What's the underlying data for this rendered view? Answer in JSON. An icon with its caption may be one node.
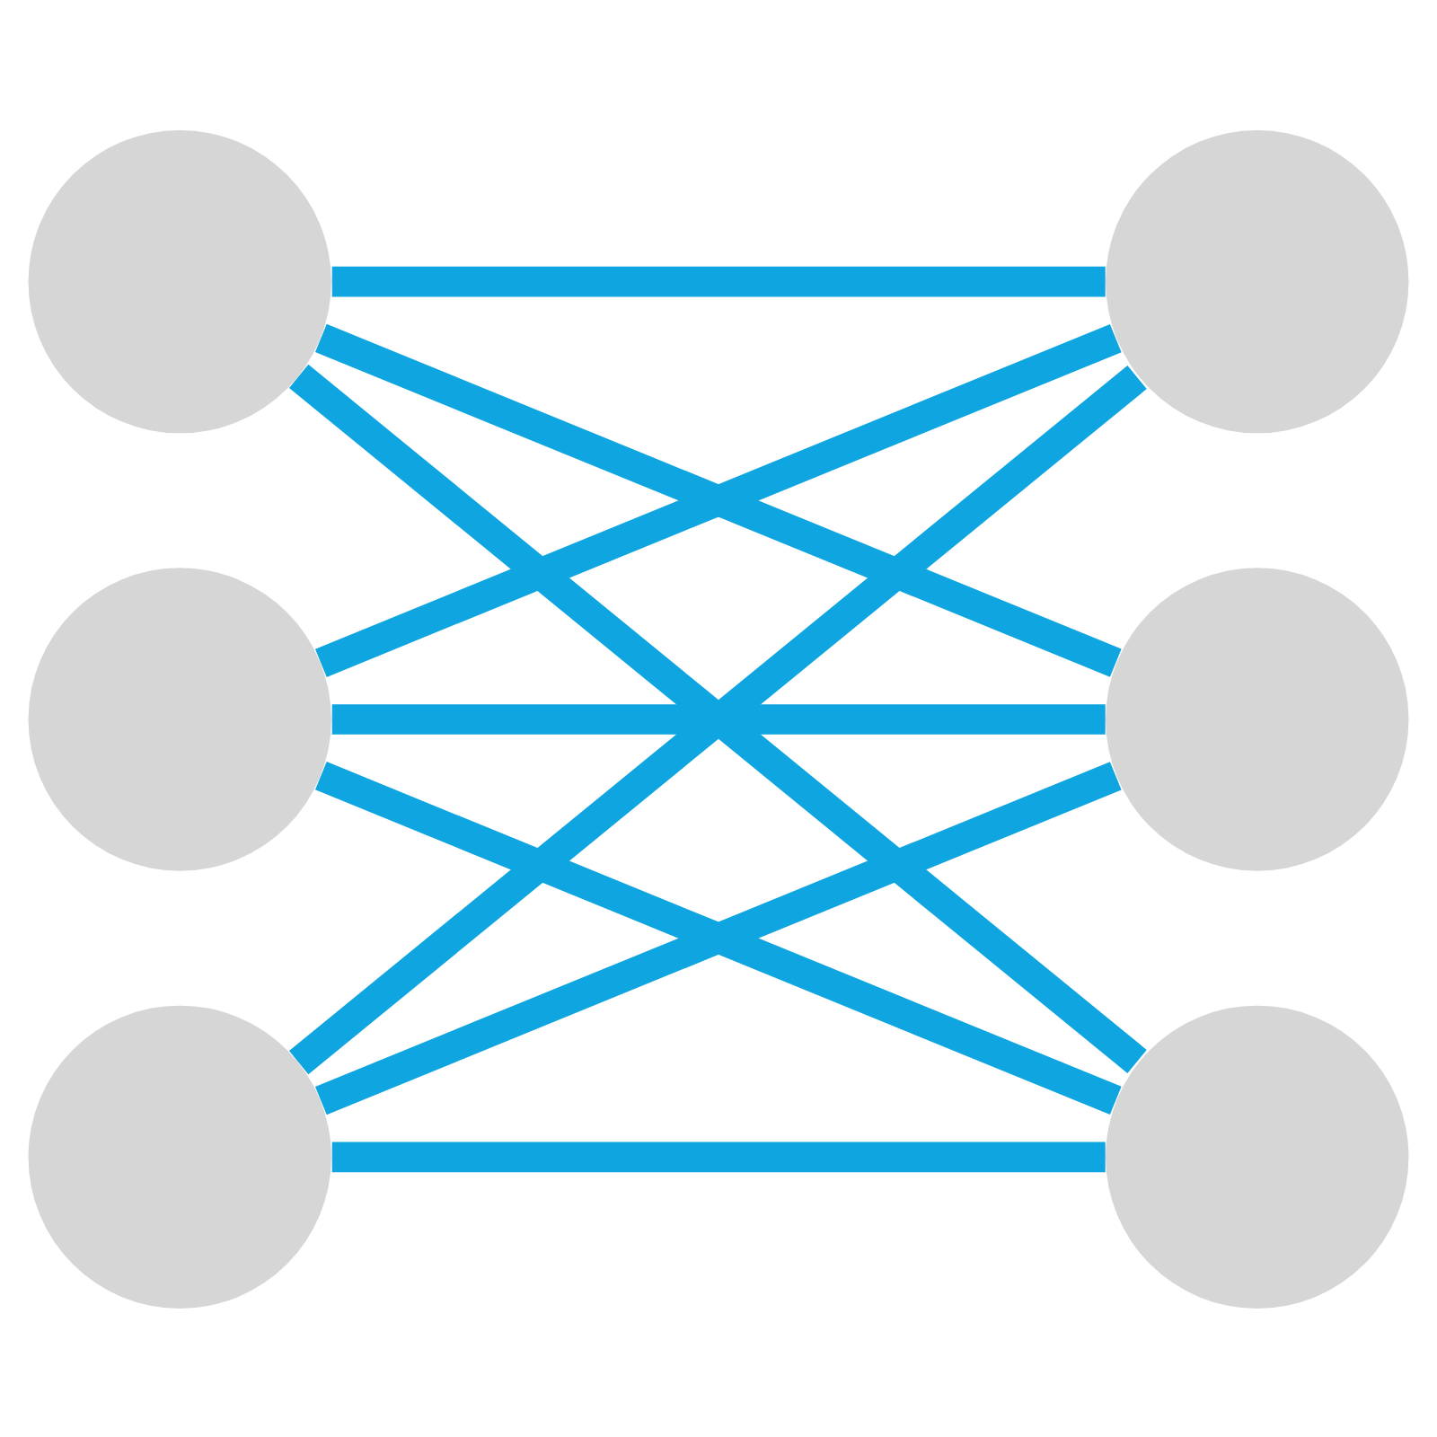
{
  "diagram": {
    "nodes": [
      {
        "text": [],
        "shape": "circle"
      },
      {
        "text": [],
        "shape": "circle"
      },
      {
        "text": [],
        "shape": "circle"
      },
      {
        "text": [],
        "shape": "circle"
      },
      {
        "text": [],
        "shape": "circle"
      },
      {
        "text": [],
        "shape": "circle"
      }
    ],
    "edges": [
      {
        "from": 0,
        "to": 1,
        "arrow": "none"
      },
      {
        "from": 0,
        "to": 3,
        "arrow": "none"
      },
      {
        "from": 0,
        "to": 5,
        "arrow": "none"
      },
      {
        "from": 2,
        "to": 1,
        "arrow": "none"
      },
      {
        "from": 2,
        "to": 3,
        "arrow": "none"
      },
      {
        "from": 2,
        "to": 5,
        "arrow": "none"
      },
      {
        "from": 4,
        "to": 1,
        "arrow": "none"
      },
      {
        "from": 4,
        "to": 3,
        "arrow": "none"
      },
      {
        "from": 4,
        "to": 5,
        "arrow": "none"
      }
    ]
  }
}
